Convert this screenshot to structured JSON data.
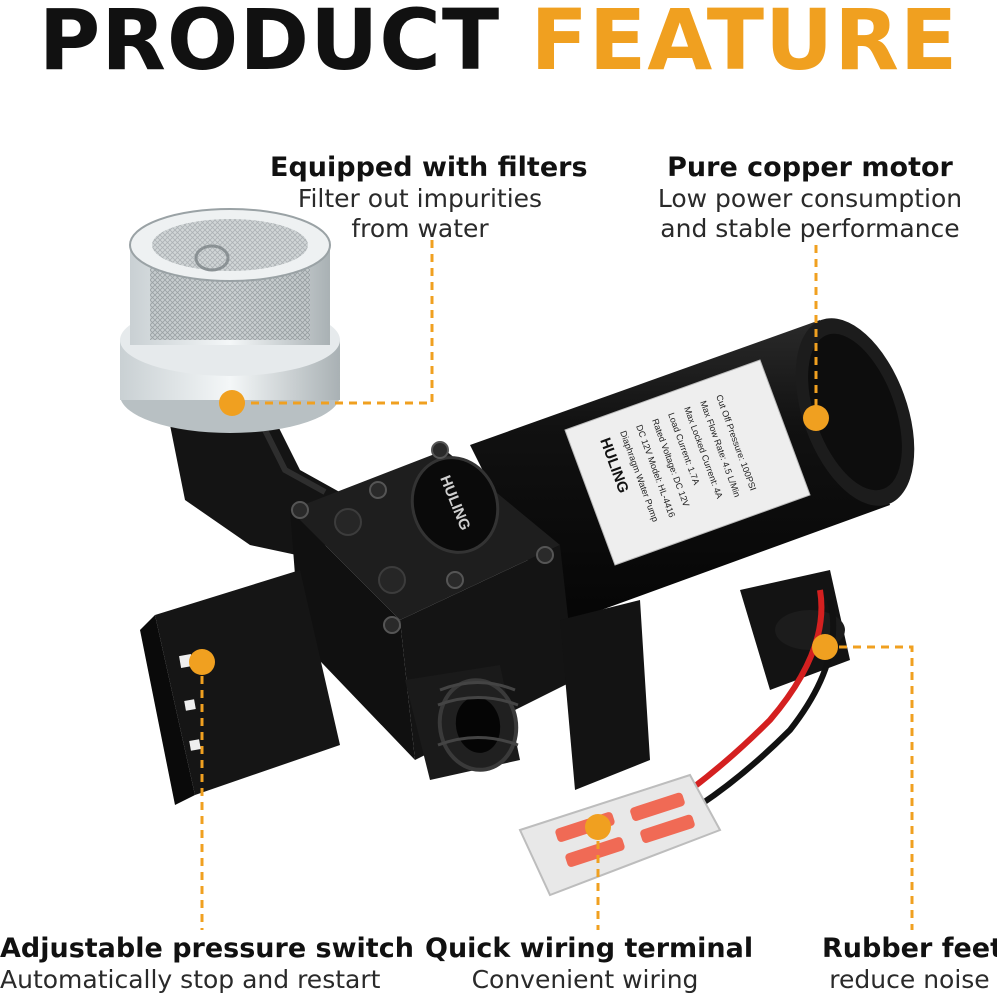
{
  "title": {
    "part1": "PRODUCT",
    "part2": "FEATURE"
  },
  "colors": {
    "accent": "#f0a020",
    "title": "#111111",
    "pump_body": "#1a1a1a",
    "wire_red": "#d42020"
  },
  "features": {
    "filters": {
      "heading": "Equipped with filters",
      "line1": "Filter out impurities",
      "line2": "from water"
    },
    "motor": {
      "heading": "Pure copper motor",
      "line1": "Low power consumption",
      "line2": "and stable performance"
    },
    "switch": {
      "heading": "Adjustable pressure switch",
      "line1": "Automatically stop and restart"
    },
    "terminal": {
      "heading": "Quick wiring terminal",
      "line1": "Convenient wiring"
    },
    "feet": {
      "heading": "Rubber feet",
      "line1": "reduce noise"
    }
  },
  "pump": {
    "brand_badge": "HULING",
    "label_brand": "HULING",
    "label_lines": [
      "Diaphragm Water Pump",
      "DC 12V  Model: HL-4416",
      "Rated Voltage: DC 12V",
      "Load Current: 1.7A",
      "Max Locked Current: 4A",
      "Max Flow Rate: 4.5 L/Min",
      "Cut Off Pressure: 100PSI"
    ]
  }
}
